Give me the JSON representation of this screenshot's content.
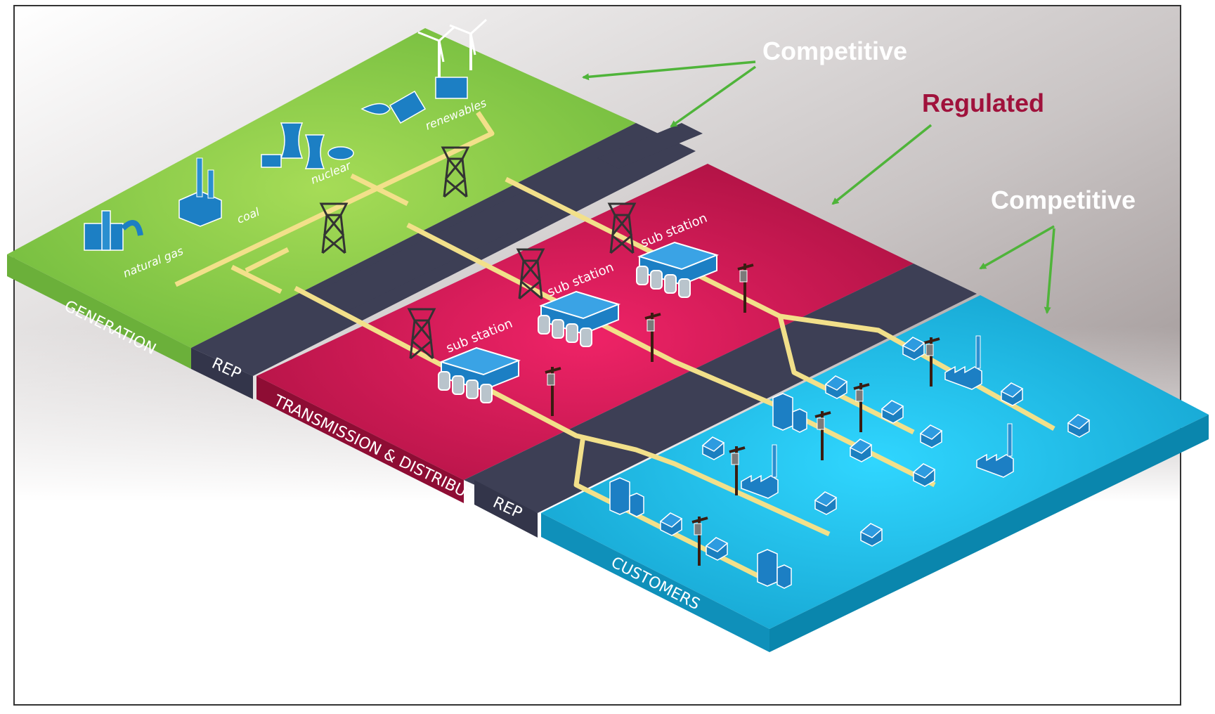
{
  "callouts": {
    "competitive_top": "Competitive",
    "regulated": "Regulated",
    "competitive_right": "Competitive"
  },
  "sections": {
    "generation": "GENERATION",
    "rep_left": "REP",
    "transmission": "TRANSMISSION & DISTRIBUTION",
    "rep_bottom": "REP",
    "customers": "CUSTOMERS"
  },
  "generation_labels": {
    "natural_gas": "natural gas",
    "coal": "coal",
    "nuclear": "nuclear",
    "renewables": "renewables"
  },
  "substations": {
    "s1": "sub station",
    "s2": "sub station",
    "s3": "sub station"
  },
  "colors": {
    "competitive_text": "#ffffff",
    "competitive_arrow": "#4fb43a",
    "regulated_text": "#a0123c",
    "generation": "#7cc242",
    "rep": "#3d3f55",
    "transmission": "#c3174a",
    "customers": "#1aaed8",
    "power_line": "#f2e08a"
  }
}
